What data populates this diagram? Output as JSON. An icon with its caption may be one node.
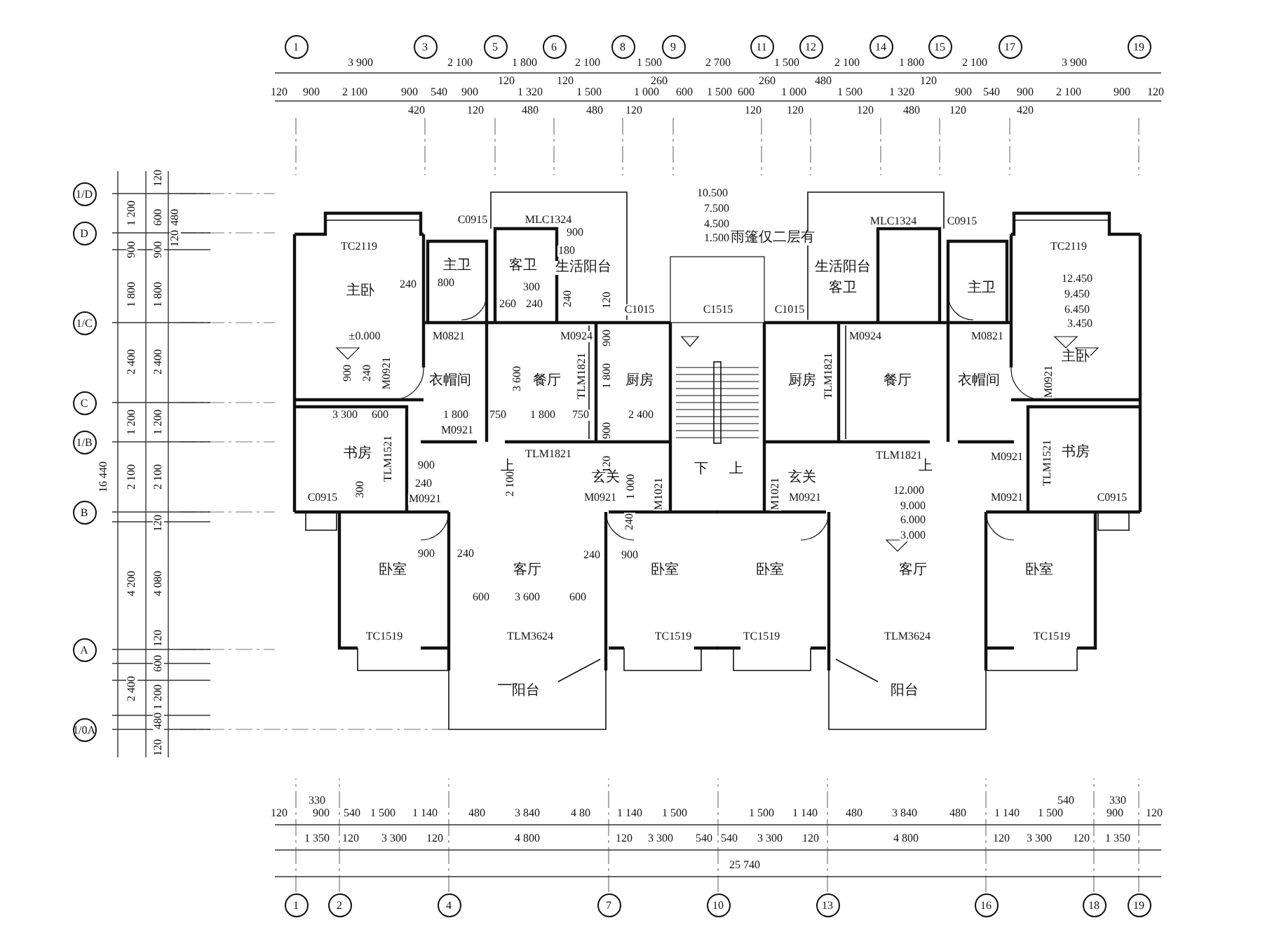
{
  "diagram": {
    "nodes": [
      {
        "text": [
          "1"
        ]
      },
      {
        "text": [
          "3"
        ]
      },
      {
        "text": [
          "5"
        ]
      },
      {
        "text": [
          "6"
        ]
      },
      {
        "text": [
          "8"
        ]
      },
      {
        "text": [
          "9"
        ]
      },
      {
        "text": [
          "11"
        ]
      },
      {
        "text": [
          "12"
        ]
      },
      {
        "text": [
          "14"
        ]
      },
      {
        "text": [
          "15"
        ]
      },
      {
        "text": [
          "17"
        ]
      },
      {
        "text": [
          "19"
        ]
      },
      {
        "text": [
          "1/D"
        ]
      },
      {
        "text": [
          "D"
        ]
      },
      {
        "text": [
          "1/C"
        ]
      },
      {
        "text": [
          "C"
        ]
      },
      {
        "text": [
          "1/B"
        ]
      },
      {
        "text": [
          "B"
        ]
      },
      {
        "text": [
          "A"
        ]
      },
      {
        "text": [
          "1/0A"
        ]
      },
      {
        "text": [
          "1"
        ]
      },
      {
        "text": [
          "2"
        ]
      },
      {
        "text": [
          "4"
        ]
      },
      {
        "text": [
          "7"
        ]
      },
      {
        "text": [
          "10"
        ]
      },
      {
        "text": [
          "13"
        ]
      },
      {
        "text": [
          "16"
        ]
      },
      {
        "text": [
          "18"
        ]
      },
      {
        "text": [
          "19"
        ]
      }
    ],
    "labels": [
      "3 900",
      "2 100",
      "1 800",
      "2 100",
      "1 500",
      "2 700",
      "1 500",
      "2 100",
      "1 800",
      "2 100",
      "3 900",
      "120",
      "120",
      "260",
      "260",
      "480",
      "120",
      "120",
      "900",
      "2 100",
      "900",
      "540",
      "900",
      "1 320",
      "1 500",
      "1 000",
      "600",
      "1 500",
      "600",
      "1 000",
      "1 500",
      "1 320",
      "900",
      "540",
      "900",
      "2 100",
      "900",
      "120",
      "420",
      "120",
      "480",
      "480",
      "120",
      "120",
      "120",
      "120",
      "480",
      "120",
      "420",
      "1 200",
      "900",
      "1 800",
      "2 400",
      "1 200",
      "2 100",
      "4 200",
      "2 400",
      "16 440",
      "120",
      "600",
      "900",
      "1 800",
      "2 400",
      "1 200",
      "2 100",
      "120",
      "4 080",
      "120",
      "600",
      "1 200",
      "480",
      "120",
      "480",
      "120",
      "10.500",
      "7.500",
      "4.500",
      "1.500",
      "雨篷仅二层有",
      "C0915",
      "MLC1324",
      "MLC1324",
      "C0915",
      "900",
      "TC2119",
      "TC2119",
      "180",
      "主卫",
      "客卫",
      "生活阳台",
      "生活阳台",
      "12.450",
      "主卧",
      "240",
      "800",
      "300",
      "客卫",
      "主卫",
      "9.450",
      "260",
      "240",
      "240",
      "120",
      "C1015",
      "C1515",
      "C1015",
      "6.450",
      "3.450",
      "±0.000",
      "M0821",
      "M0924",
      "900",
      "M0924",
      "M0821",
      "主卧",
      "900",
      "240",
      "M0921",
      "3 600",
      "TLM1821",
      "1 800",
      "TLM1821",
      "M0921",
      "衣帽间",
      "餐厅",
      "厨房",
      "厨房",
      "餐厅",
      "衣帽间",
      "3 300",
      "600",
      "1 800",
      "750",
      "1 800",
      "750",
      "2 400",
      "900",
      "M0921",
      "书房",
      "TLM1521",
      "TLM1821",
      "TLM1821",
      "M0921",
      "TLM1521",
      "书房",
      "900",
      "上",
      "120",
      "下",
      "上",
      "上",
      "玄关",
      "玄关",
      "2 100",
      "240",
      "1 000",
      "300",
      "12.000",
      "M1021",
      "M1021",
      "C0915",
      "M0921",
      "M0921",
      "M0921",
      "M0921",
      "C0915",
      "9.000",
      "6.000",
      "240",
      "3.000",
      "900",
      "240",
      "240",
      "900",
      "卧室",
      "客厅",
      "卧室",
      "卧室",
      "客厅",
      "卧室",
      "600",
      "3 600",
      "600",
      "TC1519",
      "TLM3624",
      "TC1519",
      "TC1519",
      "TLM3624",
      "TC1519",
      "阳台",
      "阳台",
      "330",
      "540",
      "330",
      "120",
      "900",
      "540",
      "1 500",
      "1 140",
      "480",
      "3 840",
      "4 80",
      "1 140",
      "1 500",
      "1 500",
      "1 140",
      "480",
      "3 840",
      "480",
      "1 140",
      "1 500",
      "900",
      "120",
      "1 350",
      "120",
      "3 300",
      "120",
      "4 800",
      "120",
      "3 300",
      "540",
      "540",
      "3 300",
      "120",
      "4 800",
      "120",
      "3 300",
      "120",
      "1 350",
      "25 740"
    ]
  }
}
